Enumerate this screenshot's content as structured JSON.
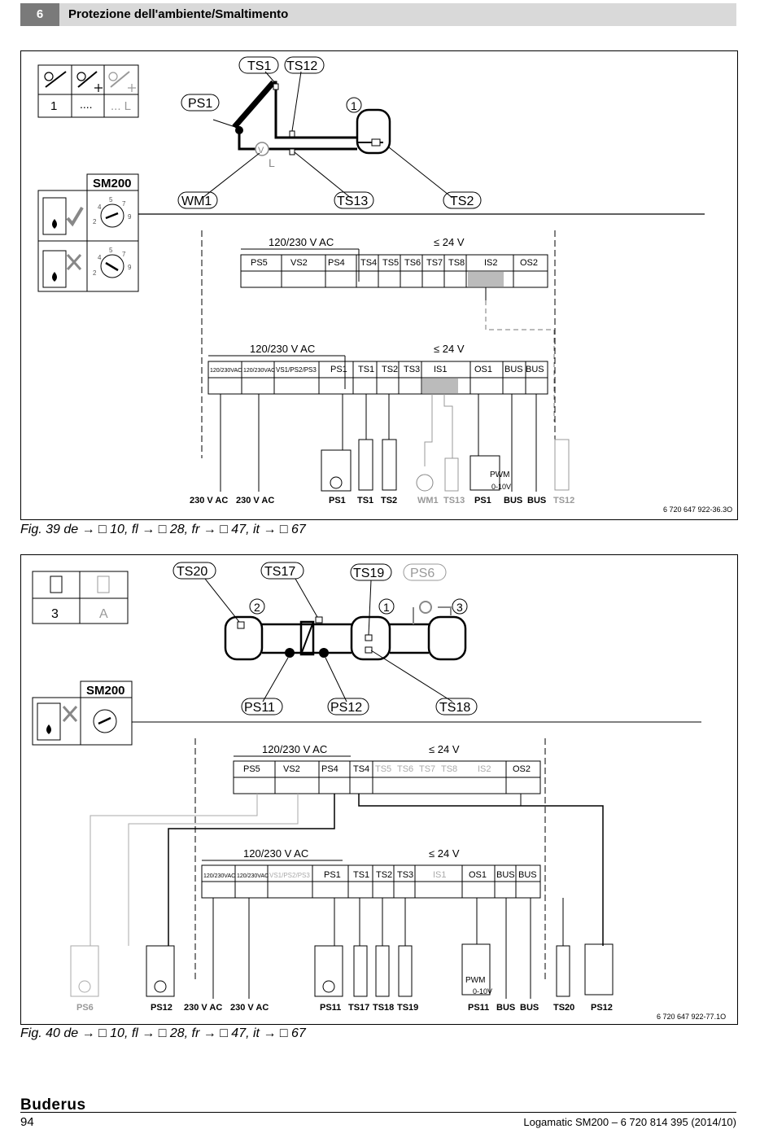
{
  "header": {
    "chapter": "6",
    "title": "Protezione dell'ambiente/Smaltimento"
  },
  "fig39": {
    "caption": "Fig. 39 de → □ 10, fl → □ 28, fr → □ 47, it → □ 67",
    "code": "6 720 647 922-36.3O",
    "table": [
      "1",
      "....",
      "... L"
    ],
    "module": "SM200",
    "callouts": [
      "TS1",
      "TS12",
      "PS1",
      "1",
      "V",
      "L",
      "WM1",
      "TS13",
      "TS2"
    ],
    "top_block": {
      "voltage_ac": "120/230 V AC",
      "voltage_dc": "≤ 24 V",
      "groups": [
        "PS5",
        "VS2",
        "PS4",
        "TS4",
        "TS5",
        "TS6",
        "TS7",
        "TS8",
        "IS2",
        "OS2"
      ]
    },
    "bottom_block": {
      "voltage_ac": "120/230 V AC",
      "voltage_dc": "≤ 24 V",
      "groups": [
        "120/230VAC",
        "120/230VAC",
        "VS1/PS2/PS3",
        "PS1",
        "TS1",
        "TS2",
        "TS3",
        "IS1",
        "OS1",
        "BUS",
        "BUS"
      ]
    },
    "labels": [
      "230 V AC",
      "230 V AC",
      "PS1",
      "TS1",
      "TS2",
      "WM1",
      "TS13",
      "PS1",
      "BUS",
      "BUS",
      "TS12"
    ],
    "pwm": "PWM",
    "pwm_range": "0-10V"
  },
  "fig40": {
    "caption": "Fig. 40 de → □ 10, fl → □ 28, fr → □ 47, it → □ 67",
    "code": "6 720 647 922-77.1O",
    "table": [
      "3",
      "A"
    ],
    "module": "SM200",
    "callouts": [
      "TS20",
      "TS17",
      "TS19",
      "PS6",
      "2",
      "1",
      "3",
      "PS11",
      "PS12",
      "TS18"
    ],
    "top_block": {
      "voltage_ac": "120/230 V AC",
      "voltage_dc": "≤ 24 V",
      "groups": [
        "PS5",
        "VS2",
        "PS4",
        "TS4",
        "TS5",
        "TS6",
        "TS7",
        "TS8",
        "IS2",
        "OS2"
      ]
    },
    "bottom_block": {
      "voltage_ac": "120/230 V AC",
      "voltage_dc": "≤ 24 V",
      "groups": [
        "120/230VAC",
        "120/230VAC",
        "VS1/PS2/PS3",
        "PS1",
        "TS1",
        "TS2",
        "TS3",
        "IS1",
        "OS1",
        "BUS",
        "BUS"
      ]
    },
    "labels": [
      "PS6",
      "PS12",
      "230 V AC",
      "230 V AC",
      "PS11",
      "TS17",
      "TS18",
      "TS19",
      "PS11",
      "BUS",
      "BUS",
      "TS20",
      "PS12"
    ],
    "pwm": "PWM",
    "pwm_range": "0-10V"
  },
  "footer": {
    "brand": "Buderus",
    "page": "94",
    "doc": "Logamatic SM200 – 6 720 814 395 (2014/10)"
  }
}
